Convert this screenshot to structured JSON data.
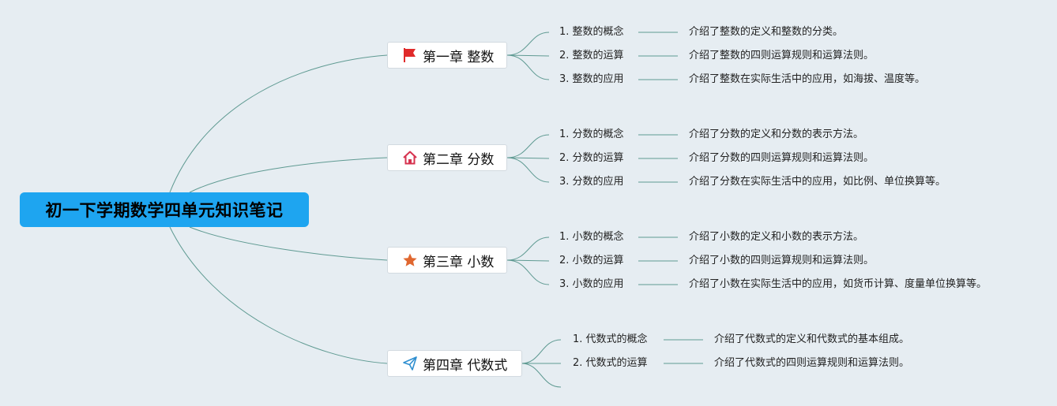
{
  "root": {
    "title": "初一下学期数学四单元知识笔记"
  },
  "colors": {
    "root_bg": "#1ea5f0",
    "branch_line": "#5f9a92",
    "flag": "#e02a2a",
    "house": "#d6334f",
    "star": "#e0672f",
    "send": "#2f8fd0"
  },
  "chapters": [
    {
      "label": "第一章 整数",
      "icon": "flag-icon",
      "topics": [
        {
          "label": "1. 整数的概念",
          "note": "介绍了整数的定义和整数的分类。"
        },
        {
          "label": "2. 整数的运算",
          "note": "介绍了整数的四则运算规则和运算法则。"
        },
        {
          "label": "3. 整数的应用",
          "note": "介绍了整数在实际生活中的应用，如海拔、温度等。"
        }
      ]
    },
    {
      "label": "第二章 分数",
      "icon": "house-icon",
      "topics": [
        {
          "label": "1. 分数的概念",
          "note": "介绍了分数的定义和分数的表示方法。"
        },
        {
          "label": "2. 分数的运算",
          "note": "介绍了分数的四则运算规则和运算法则。"
        },
        {
          "label": "3. 分数的应用",
          "note": "介绍了分数在实际生活中的应用，如比例、单位换算等。"
        }
      ]
    },
    {
      "label": "第三章 小数",
      "icon": "star-icon",
      "topics": [
        {
          "label": "1. 小数的概念",
          "note": "介绍了小数的定义和小数的表示方法。"
        },
        {
          "label": "2. 小数的运算",
          "note": "介绍了小数的四则运算规则和运算法则。"
        },
        {
          "label": "3. 小数的应用",
          "note": "介绍了小数在实际生活中的应用，如货币计算、度量单位换算等。"
        }
      ]
    },
    {
      "label": "第四章 代数式",
      "icon": "send-icon",
      "topics": [
        {
          "label": "1. 代数式的概念",
          "note": "介绍了代数式的定义和代数式的基本组成。"
        },
        {
          "label": "2. 代数式的运算",
          "note": "介绍了代数式的四则运算规则和运算法则。"
        },
        {
          "label": "",
          "note": ""
        }
      ]
    }
  ]
}
